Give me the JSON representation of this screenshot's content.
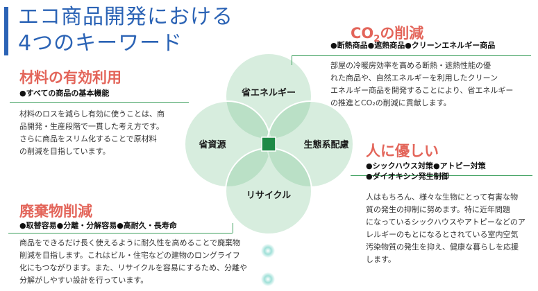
{
  "title": {
    "line1": "エコ商品開発における",
    "line2": "4つのキーワード"
  },
  "diagram": {
    "labels": {
      "top": "省エネルギー",
      "left": "省資源",
      "right": "生態系配慮",
      "bottom": "リサイクル"
    }
  },
  "sections": {
    "material": {
      "title": "材料の有効利用",
      "subtitle": "●すべての商品の基本機能",
      "body": [
        "材料のロスを減らし有効に使うことは、商",
        "品開発・生産段階で一貫した考え方です。",
        "さらに商品をスリム化することで原材料",
        "の削減を目指しています。"
      ]
    },
    "co2": {
      "title_pre": "CO",
      "title_sub": "2",
      "title_post": "の削減",
      "subtitle": "●断熱商品●遮熱商品●クリーンエネルギー商品",
      "body": [
        "部屋の冷暖房効率を高める断熱・遮熱性能の優",
        "れた商品や、自然エネルギーを利用したクリーン",
        "エネルギー商品を開発することにより、省エネルギー",
        "の推進とCO₂の削減に貢献します。"
      ]
    },
    "people": {
      "title": "人に優しい",
      "subtitle1": "●シックハウス対策●アトピー対策",
      "subtitle2": "●ダイオキシン発生制御",
      "body": [
        "人はもちろん、様々な生物にとって有害な物",
        "質の発生の抑制に努めます。特に近年問題",
        "になっているシックハウスやアトピーなどのア",
        "レルギーのもとになるとされている室内空気",
        "汚染物質の発生を抑え、健康な暮らしを応援",
        "します。"
      ]
    },
    "waste": {
      "title": "廃棄物削減",
      "subtitle": "●取替容易●分離・分解容易●高耐久・長寿命",
      "body": [
        "商品をできるだけ長く使えるように耐久性を高めることで廃棄物",
        "削減を目指します。これはビル・住宅などの建物のロングライフ",
        "化にもつながります。また、リサイクルを容易にするため、分離や",
        "分解がしやすい設計を行っています。"
      ]
    }
  },
  "colors": {
    "title_blue": "#2b63b5",
    "heading_red": "#e3655a",
    "line_green": "#3a9e5b",
    "circle_fill": "#6fc08a",
    "center_square": "#1e8a46"
  }
}
